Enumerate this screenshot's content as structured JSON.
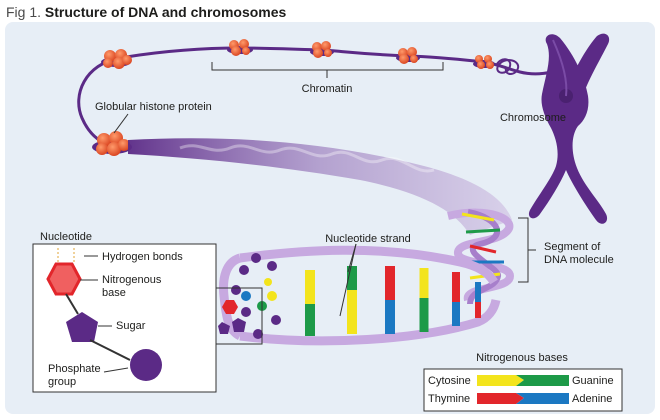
{
  "figure": {
    "number": "Fig 1.",
    "title": "Structure of DNA and chromosomes"
  },
  "labels": {
    "chromatin": "Chromatin",
    "chromosome": "Chromosome",
    "histone": "Globular histone protein",
    "nucleotide_strand": "Nucleotide strand",
    "segment_line1": "Segment of",
    "segment_line2": "DNA molecule"
  },
  "nucleotide_box": {
    "title": "Nucleotide",
    "hydrogen_bonds": "Hydrogen bonds",
    "nitrogenous_base_line1": "Nitrogenous",
    "nitrogenous_base_line2": "base",
    "sugar": "Sugar",
    "phosphate_line1": "Phosphate",
    "phosphate_line2": "group"
  },
  "legend": {
    "title": "Nitrogenous bases",
    "pairs": [
      {
        "left": "Cytosine",
        "right": "Guanine"
      },
      {
        "left": "Thymine",
        "right": "Adenine"
      }
    ]
  },
  "colors": {
    "purple": "#5b2a86",
    "light_purple": "#b08fcc",
    "cytosine": "#f3e41c",
    "guanine": "#1d9a48",
    "thymine": "#e2262b",
    "adenine": "#1b78c2",
    "histone": "#e8552a",
    "panel": "#e7eef6"
  }
}
